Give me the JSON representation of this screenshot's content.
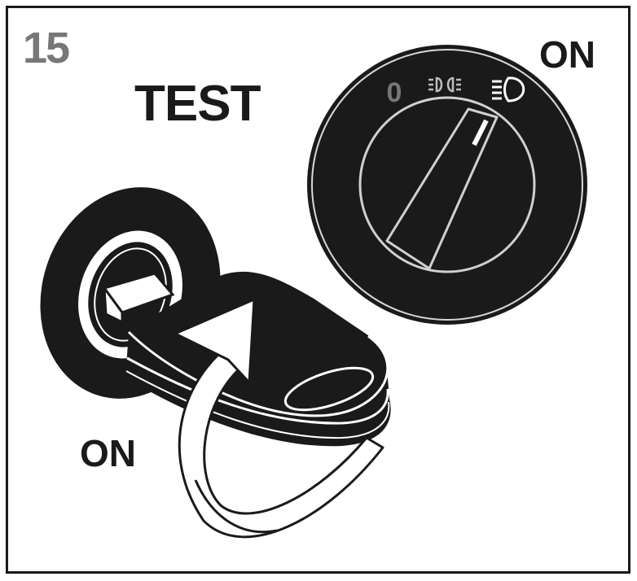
{
  "step": {
    "number": "15"
  },
  "labels": {
    "test": "TEST",
    "on_switch": "ON",
    "on_key": "ON"
  },
  "switch": {
    "off_position_label": "0",
    "positions": [
      "off",
      "parking-lights",
      "headlights"
    ],
    "selected": "headlights"
  },
  "colors": {
    "ink": "#1a1a1a",
    "muted": "#777777",
    "paper": "#ffffff",
    "ring": "#d0d0d0"
  },
  "icons": [
    "parking-light-icon",
    "headlight-icon",
    "rotate-arrow-icon"
  ]
}
